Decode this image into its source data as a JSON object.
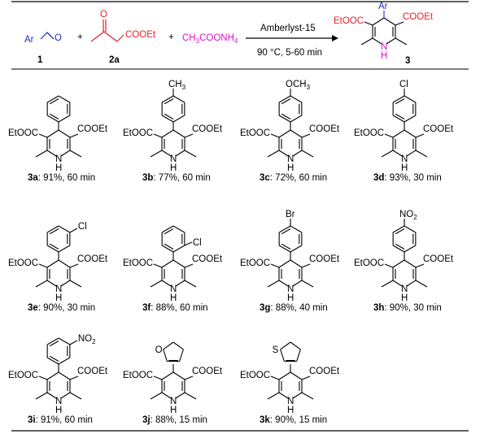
{
  "reaction": {
    "reactant1": {
      "group": "Ar",
      "number": "1",
      "color": "#1a2cc9"
    },
    "reactant2": {
      "group": "COOEt",
      "number": "2a",
      "color": "#e0202a"
    },
    "reactant3": {
      "text": "CH3COONH4",
      "color": "#d414c8"
    },
    "plus": "+",
    "catalyst": "Amberlyst-15",
    "conditions": "90 °C, 5-60 min",
    "product": {
      "number": "3",
      "ar": "Ar",
      "ester": "EtOOC",
      "ester_right": "COOEt",
      "nh": "N",
      "h": "H"
    }
  },
  "colors": {
    "blue": "#1a2cc9",
    "red": "#e0202a",
    "magenta": "#d414c8",
    "line": "#000000"
  },
  "compounds": [
    {
      "id": "3a",
      "yield": "91%",
      "time": "60 min",
      "substituent": "phenyl",
      "sub_text": ""
    },
    {
      "id": "3b",
      "yield": "77%",
      "time": "60 min",
      "substituent": "4-methylphenyl",
      "sub_text": "CH3"
    },
    {
      "id": "3c",
      "yield": "72%",
      "time": "60 min",
      "substituent": "4-methoxyphenyl",
      "sub_text": "OCH3"
    },
    {
      "id": "3d",
      "yield": "93%",
      "time": "30 min",
      "substituent": "4-chlorophenyl",
      "sub_text": "Cl"
    },
    {
      "id": "3e",
      "yield": "90%",
      "time": "30 min",
      "substituent": "3-chlorophenyl",
      "sub_text": "Cl"
    },
    {
      "id": "3f",
      "yield": "88%",
      "time": "60 min",
      "substituent": "2-chlorophenyl",
      "sub_text": "Cl"
    },
    {
      "id": "3g",
      "yield": "88%",
      "time": "40 min",
      "substituent": "4-bromophenyl",
      "sub_text": "Br"
    },
    {
      "id": "3h",
      "yield": "90%",
      "time": "30 min",
      "substituent": "4-nitrophenyl",
      "sub_text": "NO2"
    },
    {
      "id": "3i",
      "yield": "91%",
      "time": "60 min",
      "substituent": "3-nitrophenyl",
      "sub_text": "NO2"
    },
    {
      "id": "3j",
      "yield": "88%",
      "time": "15 min",
      "substituent": "2-furyl",
      "sub_text": "O"
    },
    {
      "id": "3k",
      "yield": "90%",
      "time": "15 min",
      "substituent": "2-thienyl",
      "sub_text": "S"
    }
  ],
  "ring_labels": {
    "left": "EtOOC",
    "right": "COOEt",
    "n": "N",
    "h": "H"
  }
}
